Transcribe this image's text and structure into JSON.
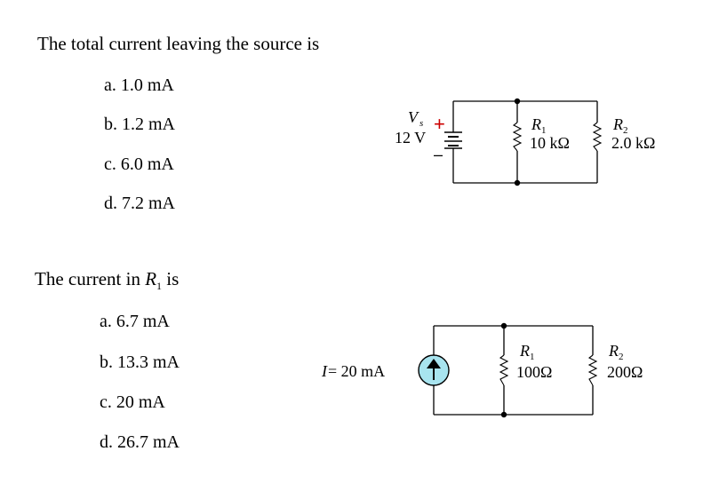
{
  "question1": {
    "prompt": "The total current leaving the source is",
    "options": [
      "a. 1.0 mA",
      "b. 1.2 mA",
      "c. 6.0 mA",
      "d. 7.2 mA"
    ]
  },
  "question2": {
    "prompt_prefix": "The current in ",
    "prompt_var": "R",
    "prompt_sub": "1",
    "prompt_suffix": " is",
    "options": [
      "a. 6.7 mA",
      "b. 13.3 mA",
      "c. 20 mA",
      "d. 26.7 mA"
    ]
  },
  "circuit1": {
    "source_var": "V",
    "source_sub": "s",
    "source_value": "12 V",
    "plus": "+",
    "minus": "–",
    "r1_var": "R",
    "r1_sub": "1",
    "r1_value": "10 kΩ",
    "r2_var": "R",
    "r2_sub": "2",
    "r2_value": "2.0 kΩ",
    "plus_color": "#cc0000"
  },
  "circuit2": {
    "source_var": "I",
    "source_value": " = 20 mA",
    "source_fill": "#a8e4ef",
    "r1_var": "R",
    "r1_sub": "1",
    "r1_value": "100Ω",
    "r2_var": "R",
    "r2_sub": "2",
    "r2_value": "200Ω"
  }
}
